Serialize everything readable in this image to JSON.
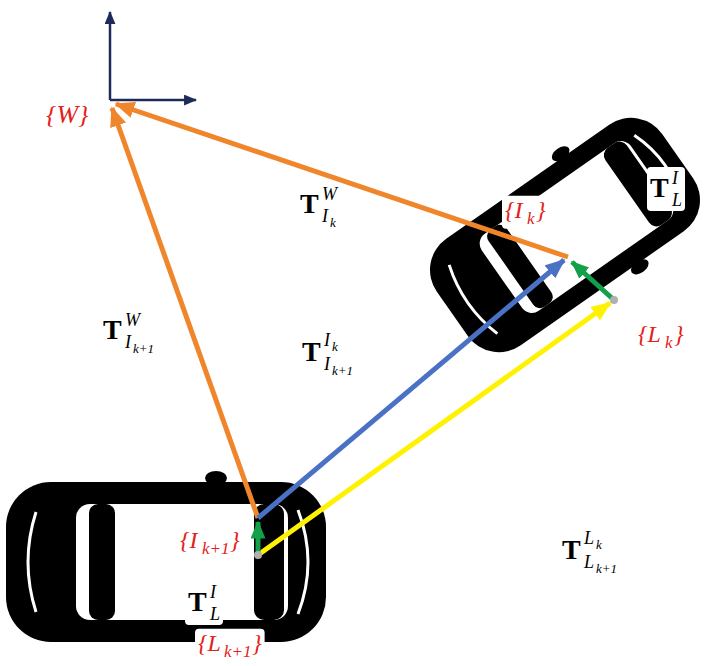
{
  "diagram": {
    "labels": [
      "{W}",
      "T",
      "W",
      "I",
      "k",
      "{I",
      "k",
      "}",
      "T",
      "I",
      "L",
      "T",
      "W",
      "I",
      "k+1",
      "T",
      "I",
      "k",
      "I",
      "k+1",
      "{L",
      "k",
      "}",
      "{I",
      "k+1",
      "}",
      "T",
      "L",
      "k",
      "L",
      "k+1",
      "T",
      "I",
      "L",
      "{L",
      "k+1",
      "}"
    ]
  }
}
